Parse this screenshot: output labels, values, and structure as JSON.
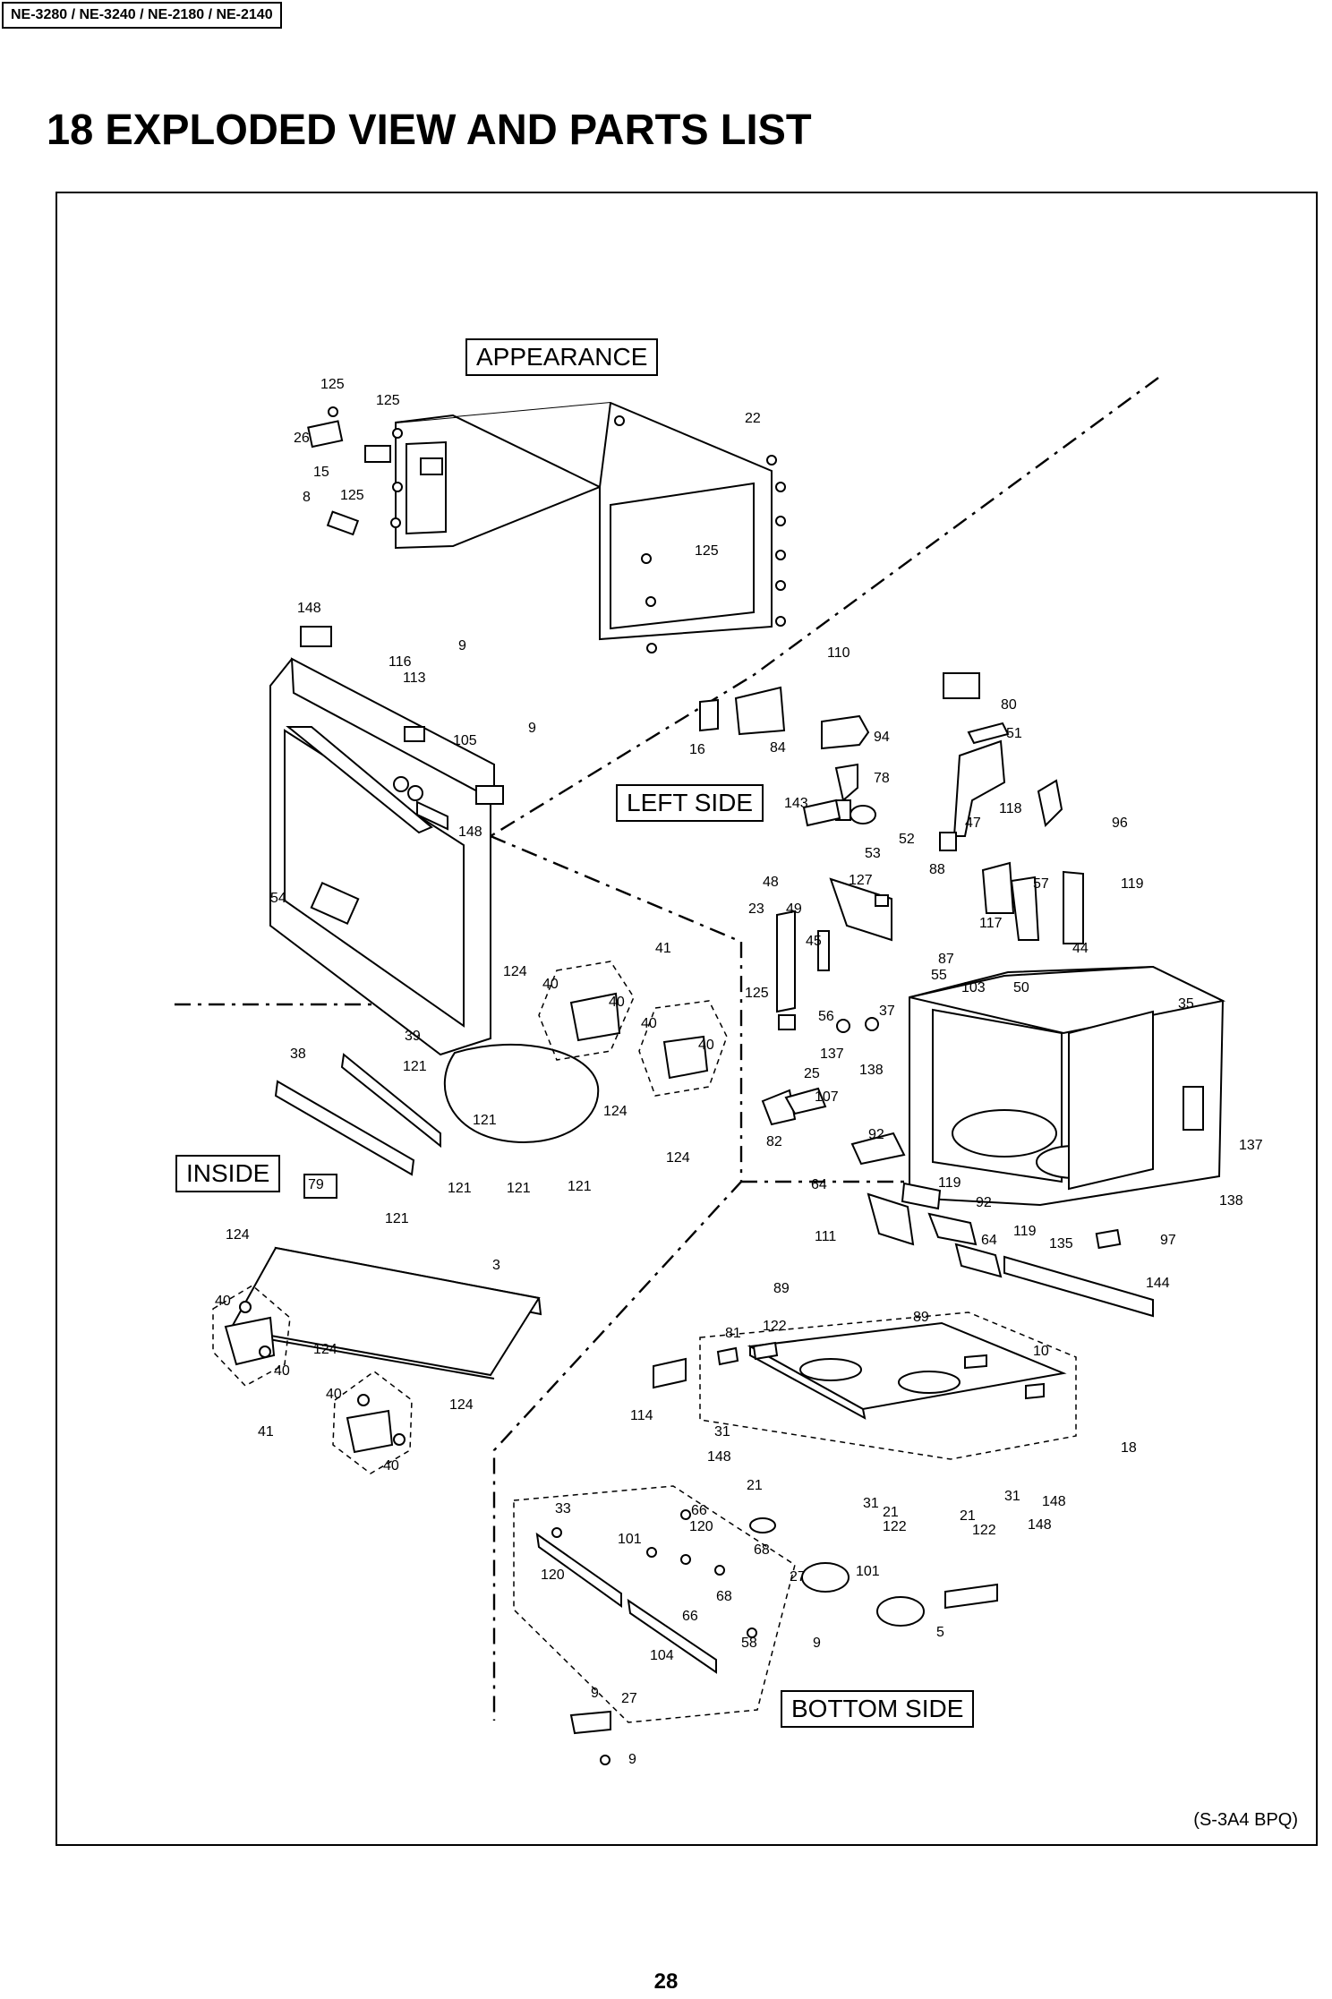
{
  "header": {
    "models": "NE-3280 / NE-3240 / NE-2180 / NE-2140"
  },
  "title": "18 EXPLODED VIEW AND PARTS LIST",
  "sections": {
    "appearance": "APPEARANCE",
    "left_side": "LEFT SIDE",
    "inside": "INSIDE",
    "bottom_side": "BOTTOM SIDE"
  },
  "callouts": [
    "125",
    "125",
    "26",
    "15",
    "125",
    "8",
    "22",
    "125",
    "148",
    "9",
    "116",
    "113",
    "105",
    "9",
    "148",
    "54",
    "110",
    "80",
    "16",
    "84",
    "94",
    "78",
    "51",
    "143",
    "53",
    "52",
    "47",
    "88",
    "118",
    "96",
    "57",
    "48",
    "127",
    "49",
    "23",
    "45",
    "56",
    "37",
    "87",
    "117",
    "55",
    "103",
    "50",
    "119",
    "44",
    "125",
    "137",
    "138",
    "25",
    "107",
    "82",
    "35",
    "137",
    "138",
    "124",
    "40",
    "40",
    "41",
    "40",
    "40",
    "39",
    "38",
    "121",
    "121",
    "124",
    "121",
    "121",
    "121",
    "124",
    "92",
    "64",
    "119",
    "92",
    "119",
    "64",
    "111",
    "135",
    "97",
    "144",
    "89",
    "89",
    "79",
    "121",
    "124",
    "3",
    "40",
    "40",
    "124",
    "124",
    "40",
    "41",
    "40",
    "81",
    "122",
    "10",
    "114",
    "31",
    "148",
    "21",
    "18",
    "31",
    "31",
    "21",
    "21",
    "148",
    "148",
    "122",
    "122",
    "68",
    "101",
    "33",
    "120",
    "66",
    "101",
    "120",
    "68",
    "66",
    "58",
    "104",
    "9",
    "27",
    "9",
    "27",
    "9",
    "5"
  ],
  "page": {
    "number": "28",
    "code": "(S-3A4 BPQ)"
  }
}
